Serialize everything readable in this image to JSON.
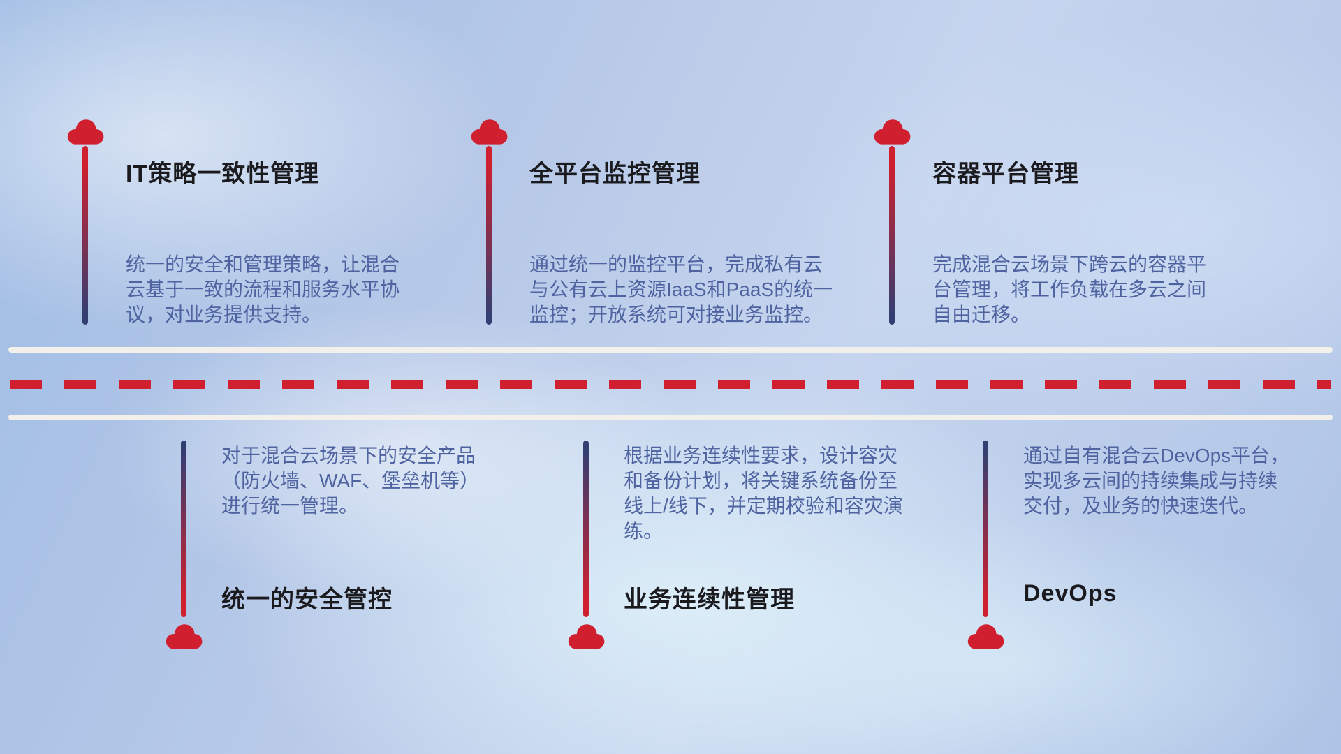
{
  "top_items": [
    {
      "title": "IT策略一致性管理",
      "description": "统一的安全和管理策略，让混合云基于一致的流程和服务水平协议，对业务提供支持。"
    },
    {
      "title": "全平台监控管理",
      "description": "通过统一的监控平台，完成私有云与公有云上资源IaaS和PaaS的统一监控；开放系统可对接业务监控。"
    },
    {
      "title": "容器平台管理",
      "description": "完成混合云场景下跨云的容器平台管理，将工作负载在多云之间自由迁移。"
    }
  ],
  "bottom_items": [
    {
      "title": "统一的安全管控",
      "description": "对于混合云场景下的安全产品（防火墙、WAF、堡垒机等）进行统一管理。"
    },
    {
      "title": "业务连续性管理",
      "description": "根据业务连续性要求，设计容灾和备份计划，将关键系统备份至线上/线下，并定期校验和容灾演练。"
    },
    {
      "title": "DevOps",
      "description": "通过自有混合云DevOps平台，实现多云间的持续集成与持续交付，及业务的快速迭代。"
    }
  ],
  "colors": {
    "accent_red": "#d01f2e",
    "stem_navy": "#333f72",
    "title_text": "#1b1b1f",
    "description_text": "#4e63a0",
    "road_white": "#f3f0ec"
  }
}
